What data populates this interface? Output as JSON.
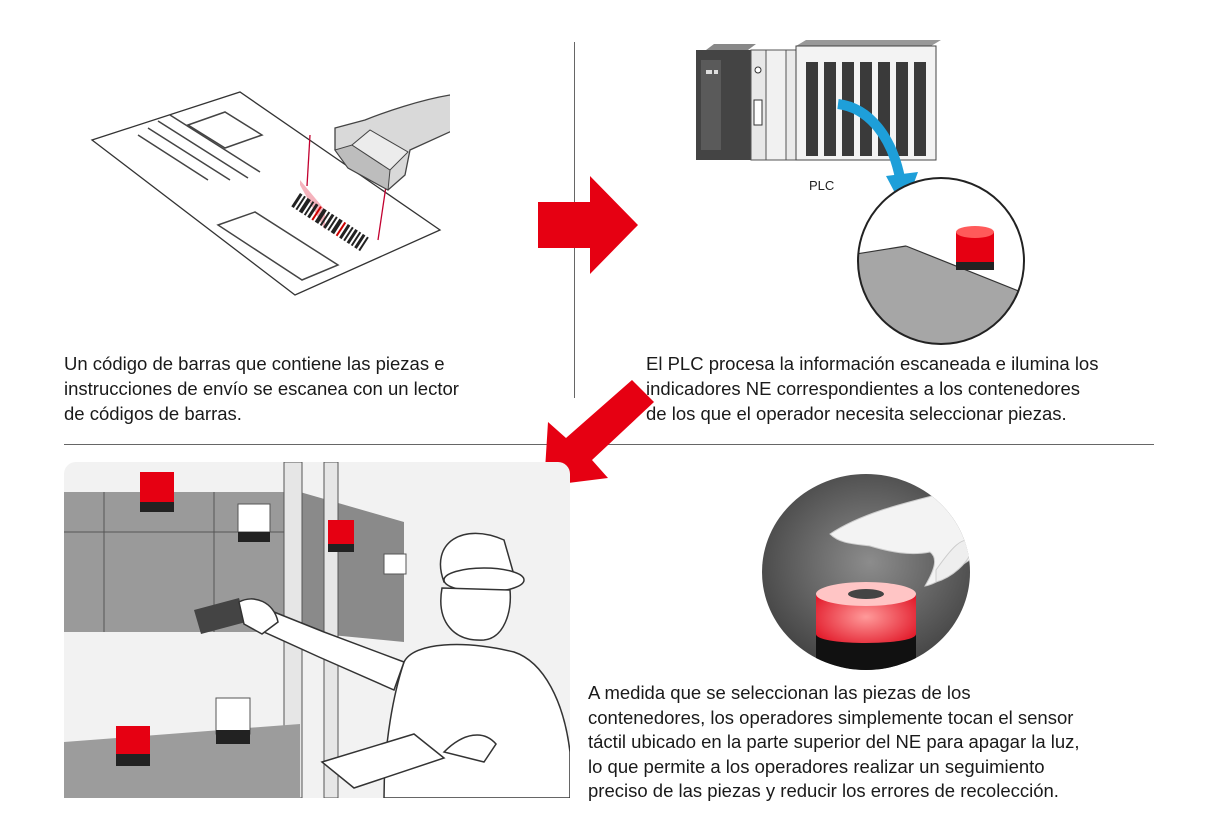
{
  "steps": [
    {
      "caption_lines": [
        "Un código de barras que contiene las piezas e",
        "instrucciones de envío se escanea con un lector",
        "de códigos de barras."
      ]
    },
    {
      "caption_lines": [
        "El PLC procesa la información escaneada e ilumina los",
        "indicadores NE correspondientes a los contenedores",
        "de los que el operador necesita seleccionar piezas."
      ],
      "device_label": "PLC"
    },
    {
      "caption_lines": []
    },
    {
      "caption_lines": [
        "A medida que se seleccionan las piezas de los",
        "contenedores, los operadores simplemente tocan el sensor",
        "táctil ubicado en la parte superior del NE para apagar la luz,",
        "lo que permite a los operadores realizar un seguimiento",
        "preciso de las piezas y reducir los errores de recolección."
      ]
    }
  ],
  "colors": {
    "arrow": "#e60012",
    "indicator_red": "#e60012",
    "plc_arrow": "#1e9fd9",
    "divider": "#555555"
  }
}
